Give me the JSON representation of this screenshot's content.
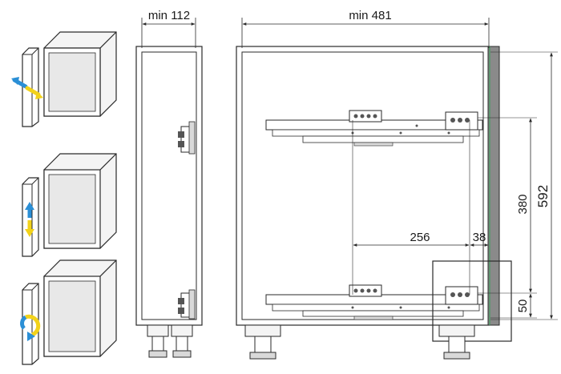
{
  "dimensions": {
    "cabinet_width": "min 481",
    "side_depth": "min 112",
    "height": "592",
    "rail_spacing": "380",
    "bottom_offset": "50",
    "hole_distance": "256",
    "edge_distance": "38"
  },
  "colors": {
    "line": "#2a2a2a",
    "fill_light": "#f4f4f4",
    "fill_shade": "#d9d9d9",
    "panel": "#8a8a8a",
    "arrow_blue": "#2b8fd6",
    "arrow_yellow": "#f2d21a"
  },
  "icons": [
    "adjust-depth-icon",
    "adjust-height-icon",
    "adjust-tilt-icon"
  ]
}
